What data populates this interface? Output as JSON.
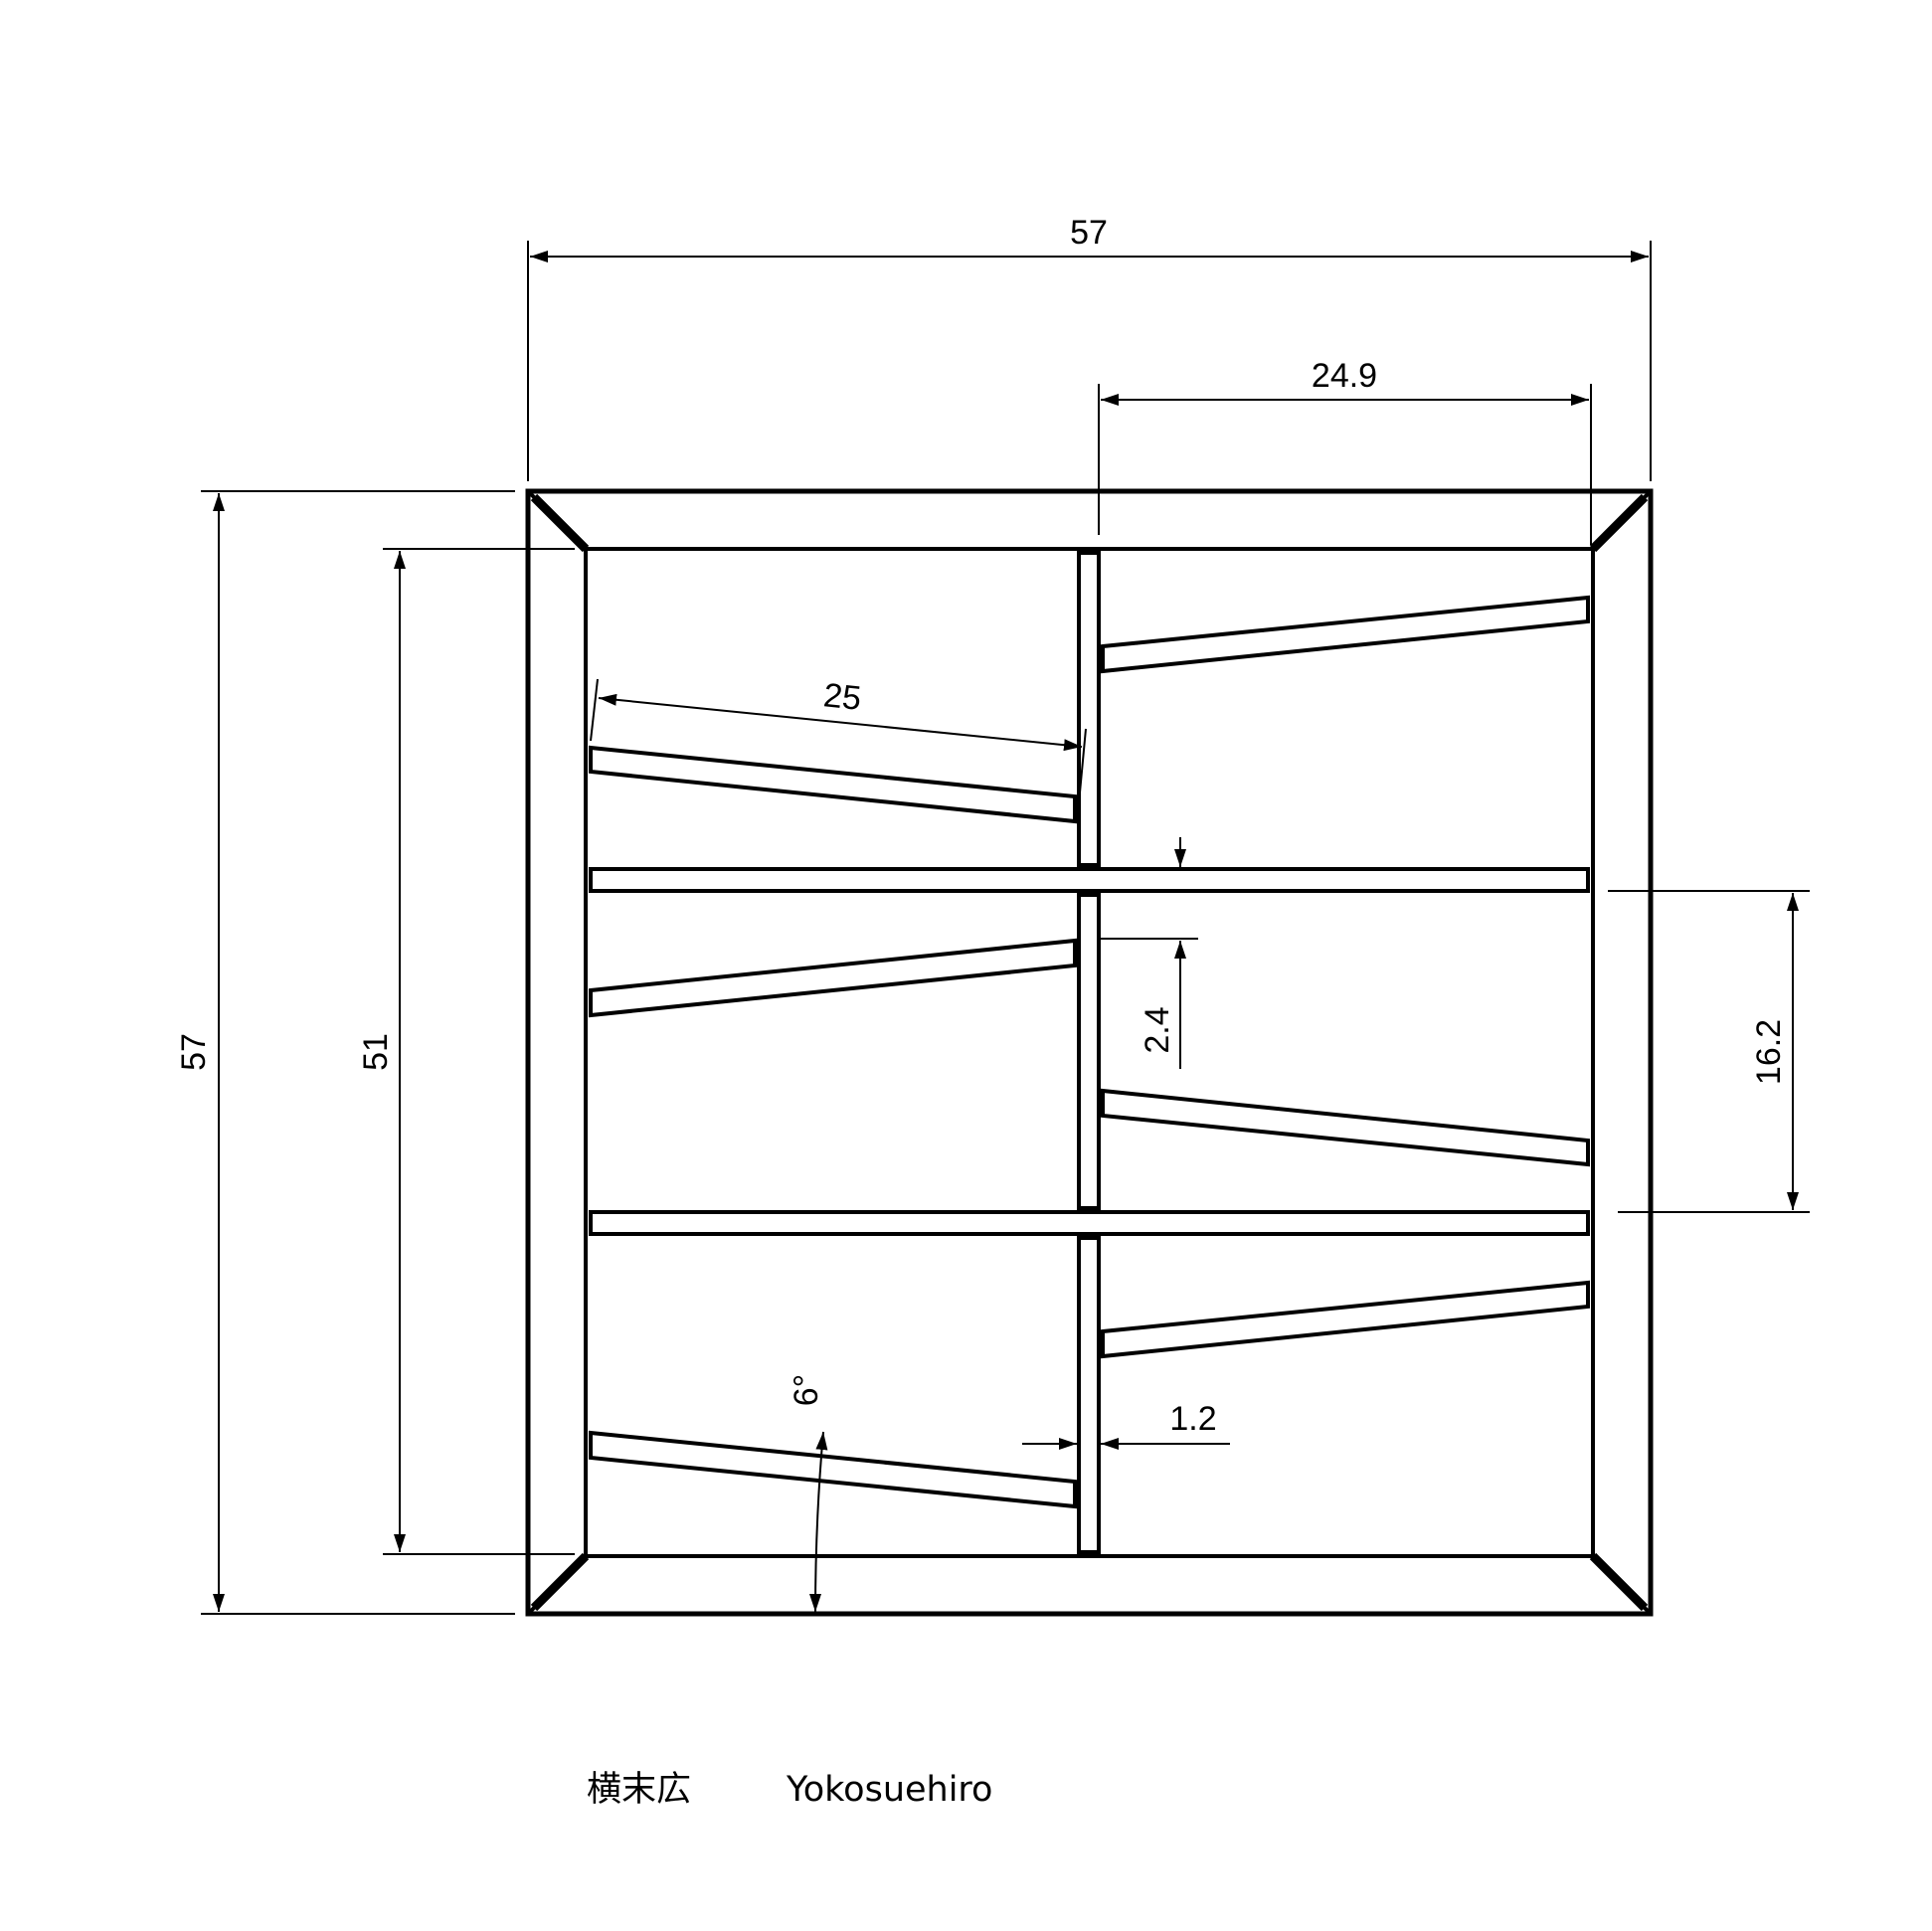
{
  "drawing": {
    "overall_width": "57",
    "right_bay_width": "24.9",
    "overall_height": "57",
    "inner_height": "51",
    "slat_length": "25",
    "rail_thickness": "2.4",
    "row_pitch": "16.2",
    "slat_angle": "6°",
    "divider_thickness": "1.2"
  },
  "caption": {
    "japanese": "横末広",
    "romaji": "Yokosuehiro"
  },
  "colors": {
    "line": "#000000",
    "background": "#ffffff"
  }
}
